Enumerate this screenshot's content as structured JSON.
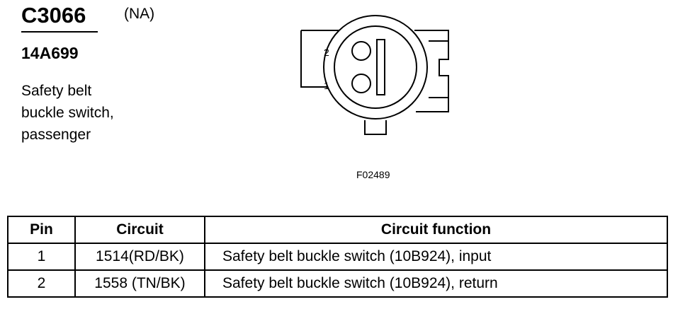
{
  "connector": {
    "id": "C3066",
    "variant": "(NA)",
    "part_number": "14A699",
    "description_lines": [
      "Safety belt",
      "buckle switch,",
      "passenger"
    ]
  },
  "diagram": {
    "pin_labels": [
      "2",
      "1"
    ],
    "figure_id": "F02489"
  },
  "table": {
    "headers": [
      "Pin",
      "Circuit",
      "Circuit function"
    ],
    "rows": [
      {
        "pin": "1",
        "circuit": "1514(RD/BK)",
        "function": "Safety belt buckle switch (10B924), input"
      },
      {
        "pin": "2",
        "circuit": "1558 (TN/BK)",
        "function": "Safety belt buckle switch (10B924), return"
      }
    ]
  }
}
